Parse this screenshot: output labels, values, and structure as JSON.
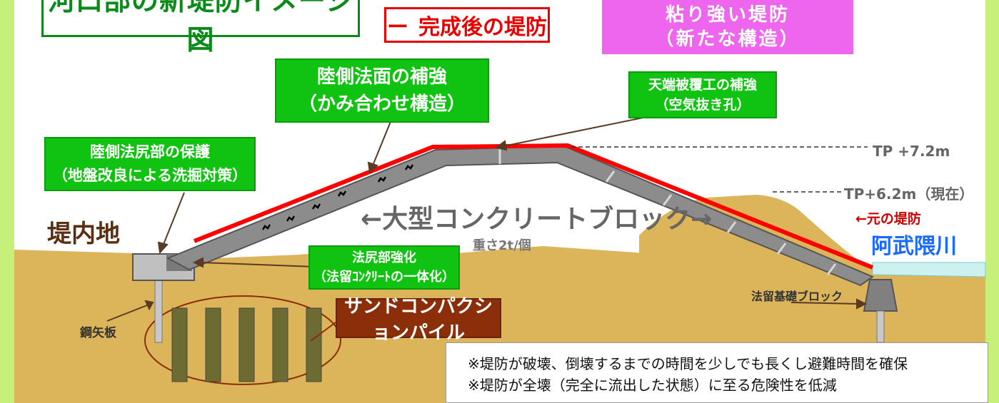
{
  "title": "河口部の新堤防イメージ図",
  "legend": {
    "mark": "ー",
    "label": "完成後の堤防"
  },
  "highlight": {
    "line1": "粘り強い堤防",
    "line2": "（新たな構造）"
  },
  "labels": {
    "land_slope": {
      "line1": "陸側法面の補強",
      "line2": "（かみ合わせ構造）"
    },
    "crown": {
      "line1": "天端被覆工の補強",
      "line2": "（空気抜き孔）"
    },
    "land_toe": {
      "line1": "陸側法尻部の保護",
      "line2": "（地盤改良による洗掘対策）"
    },
    "toe_reinforce": {
      "line1": "法尻部強化",
      "line2": "（法留ｺﾝｸﾘｰﾄの一体化）"
    },
    "inland": "堤内地",
    "block": "←大型コンクリートブロック→",
    "weight": "重さ2t/個",
    "tp_new": "TP +7.2m",
    "tp_current": "TP+6.2m（現在）",
    "original_levee": "←元の堤防",
    "river": "阿武隈川",
    "base_block": "法留基礎ブロック",
    "steel_sheet": "鋼矢板",
    "sand_pile": "サンドコンパクションパイル"
  },
  "notes": [
    "※堤防が破壊、倒壊するまでの時間を少しでも長くし避難時間を確保",
    "※堤防が全壊（完全に流出した状態）に至る危険性を低減"
  ],
  "colors": {
    "background": "#c7f07a",
    "ground": "#dcb45a",
    "red_line": "#ff0000",
    "block": "#808080",
    "green_label": "#11c311",
    "pink": "#ee66ee",
    "river": "#cdf0f0"
  }
}
